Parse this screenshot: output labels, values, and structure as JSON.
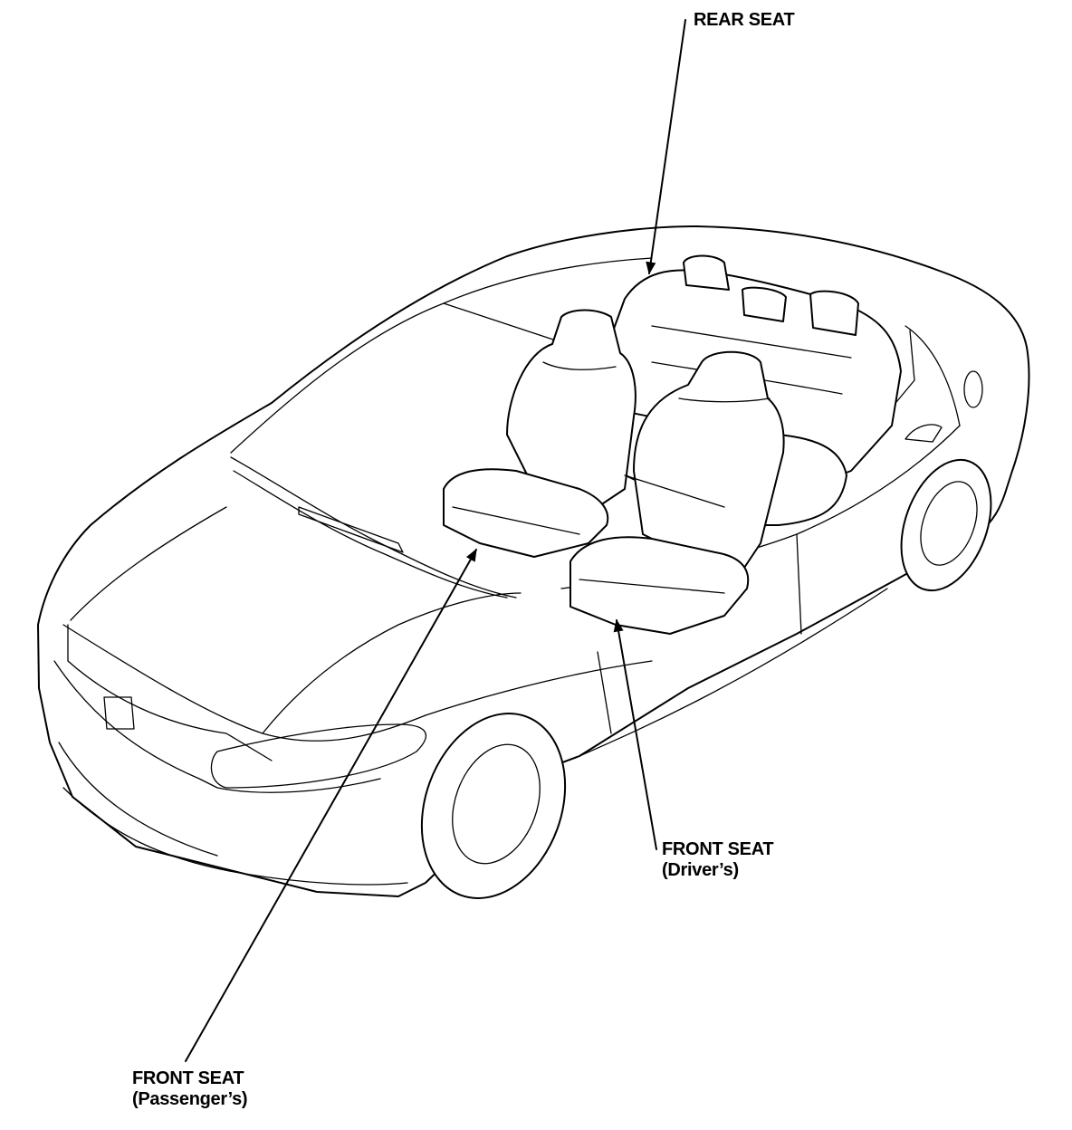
{
  "labels": {
    "rear_seat": "REAR SEAT",
    "front_seat_driver": {
      "line1": "FRONT SEAT",
      "line2": "(Driver’s)"
    },
    "front_seat_passenger": {
      "line1": "FRONT SEAT",
      "line2": "(Passenger’s)"
    }
  },
  "colors": {
    "line": "#000000",
    "background": "#ffffff"
  }
}
